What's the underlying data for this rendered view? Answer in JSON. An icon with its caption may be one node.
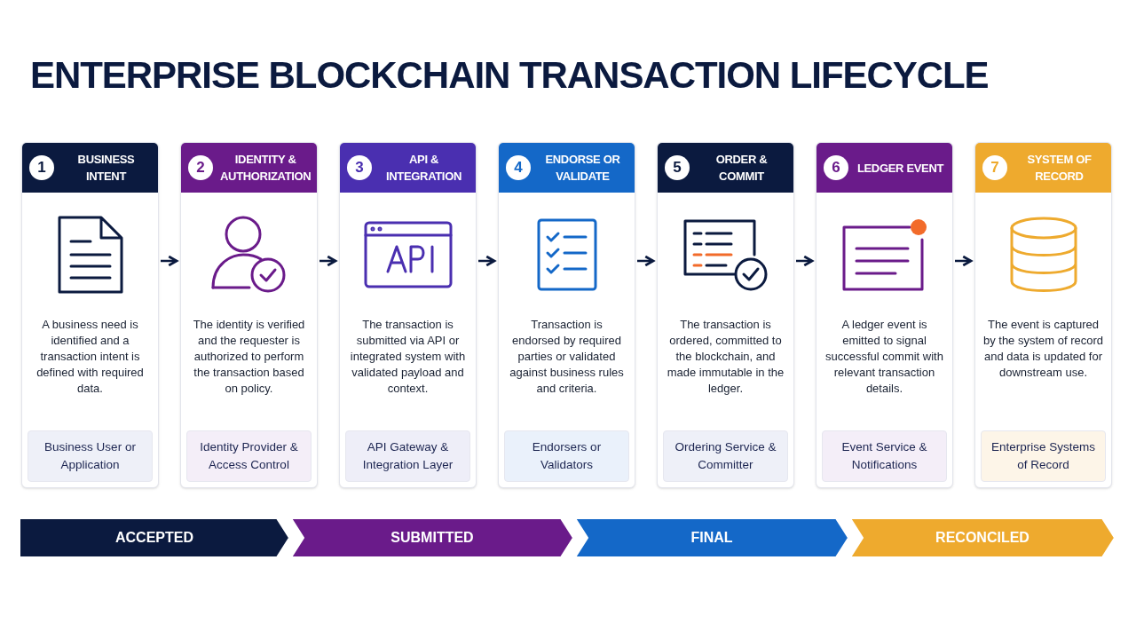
{
  "diagram": {
    "title": "ENTERPRISE BLOCKCHAIN TRANSACTION LIFECYCLE",
    "nodes": [
      {
        "text": [
          "1",
          "BUSINESS INTENT",
          "A business need is identified and a transaction intent is defined with required data."
        ]
      },
      {
        "text": [
          "Business User or Application"
        ],
        "in": 0
      },
      {
        "text": [
          "2",
          "IDENTITY & AUTHORIZATION",
          "The identity is verified and the requester is authorized to perform the transaction based on policy."
        ]
      },
      {
        "text": [
          "Identity Provider & Access Control"
        ],
        "in": 2
      },
      {
        "text": [
          "3",
          "API & INTEGRATION",
          "The transaction is submitted via API or integrated system with validated payload and context."
        ]
      },
      {
        "text": [
          "API Gateway & Integration Layer"
        ],
        "in": 4
      },
      {
        "text": [
          "4",
          "ENDORSE OR VALIDATE",
          "Transaction is endorsed by required parties or validated against business rules and criteria."
        ]
      },
      {
        "text": [
          "Endorsers or Validators"
        ],
        "in": 6
      },
      {
        "text": [
          "5",
          "ORDER & COMMIT",
          "The transaction is ordered, committed to the blockchain, and made immutable in the ledger."
        ]
      },
      {
        "text": [
          "Ordering Service & Committer"
        ],
        "in": 8
      },
      {
        "text": [
          "6",
          "LEDGER EVENT",
          "A ledger event is emitted to signal successful commit with relevant transaction details."
        ]
      },
      {
        "text": [
          "Event Service & Notifications"
        ],
        "in": 10
      },
      {
        "text": [
          "7",
          "SYSTEM OF RECORD",
          "The event is captured by the system of record and data is updated for downstream use."
        ]
      },
      {
        "text": [
          "Enterprise Systems of Record"
        ],
        "in": 12
      },
      {
        "text": [
          "ACCEPTED"
        ]
      },
      {
        "text": [
          "SUBMITTED"
        ]
      },
      {
        "text": [
          "FINAL"
        ]
      },
      {
        "text": [
          "RECONCILED"
        ]
      }
    ],
    "edges": [
      {
        "from": 0,
        "to": 2,
        "arrow": "to"
      },
      {
        "from": 2,
        "to": 4,
        "arrow": "to"
      },
      {
        "from": 4,
        "to": 6,
        "arrow": "to"
      },
      {
        "from": 6,
        "to": 8,
        "arrow": "to"
      },
      {
        "from": 8,
        "to": 10,
        "arrow": "to"
      },
      {
        "from": 10,
        "to": 12,
        "arrow": "to"
      }
    ]
  }
}
